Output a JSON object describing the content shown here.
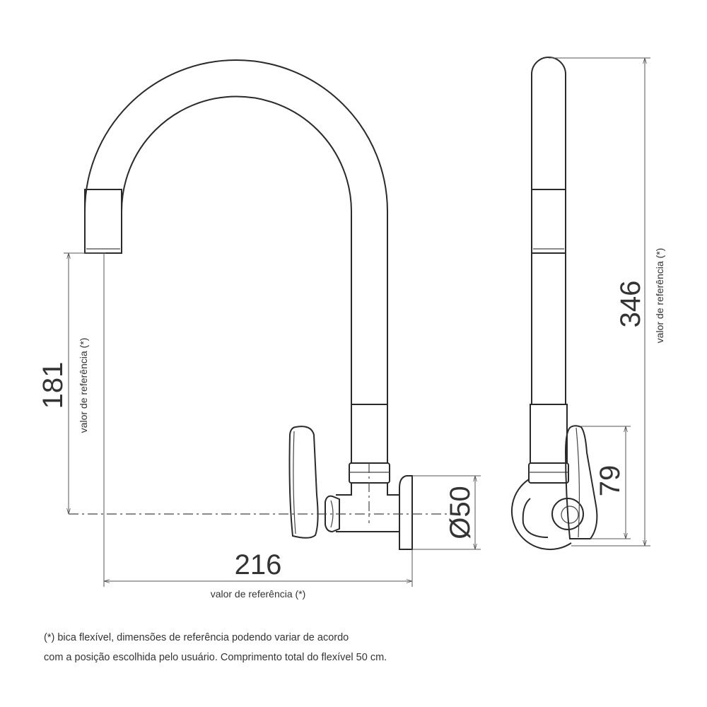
{
  "dimensions": {
    "height_spout": {
      "value": "181",
      "note": "valor de referência (*)"
    },
    "reach": {
      "value": "216",
      "note": "valor de referência (*)"
    },
    "flange_diameter": {
      "value": "Ø50"
    },
    "handle_height": {
      "value": "79"
    },
    "total_height": {
      "value": "346",
      "note": "valor de referência (*)"
    }
  },
  "footnote": {
    "line1": "(*) bica flexível, dimensões de referência podendo variar de acordo",
    "line2": "com a posição escolhida pelo usuário. Comprimento total do flexível 50 cm."
  }
}
